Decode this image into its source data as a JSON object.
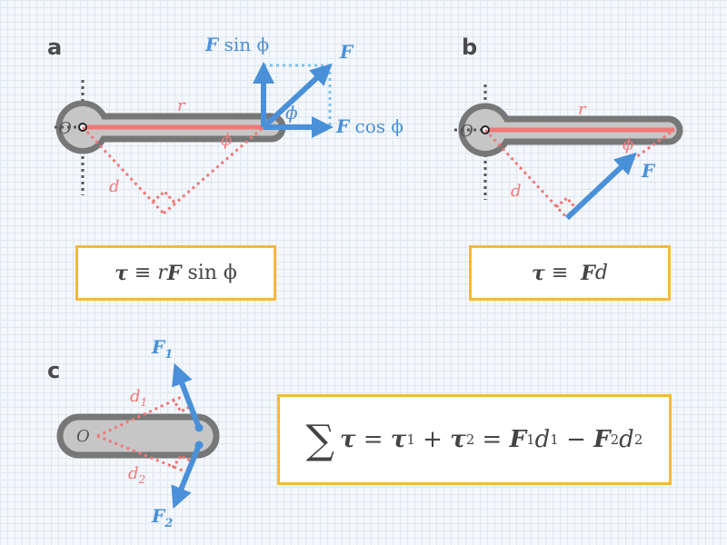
{
  "panels": {
    "a": {
      "label": "a",
      "origin": "O",
      "r": "r",
      "d": "d",
      "phi_lower": "ϕ",
      "phi_upper": "ϕ",
      "force": "F",
      "force_sin_sym": "F",
      "force_sin_text": " sin ϕ",
      "force_cos_sym": "F",
      "force_cos_text": " cos ϕ",
      "formula": {
        "tau": "τ",
        "equiv": " ≡ ",
        "r": "r",
        "F": "F",
        "rest": " sin ϕ"
      }
    },
    "b": {
      "label": "b",
      "origin": "O",
      "r": "r",
      "d": "d",
      "phi": "ϕ",
      "force": "F",
      "formula": {
        "tau": "τ",
        "equiv": " ≡  ",
        "F": "F",
        "d": "d"
      }
    },
    "c": {
      "label": "c",
      "origin": "O",
      "d1": "d",
      "d1_sub": "1",
      "d2": "d",
      "d2_sub": "2",
      "f1": "F",
      "f1_sub": "1",
      "f2": "F",
      "f2_sub": "2",
      "formula": {
        "sum": "∑",
        "tau": "τ",
        "eq1": " = ",
        "tau1": "τ",
        "tau1_sub": "1",
        "plus": " + ",
        "tau2": "τ",
        "tau2_sub": "2",
        "eq2": " = ",
        "F1": "F",
        "F1_sub": "1",
        "d1": "d",
        "d1_sub": "1",
        "minus": " − ",
        "F2": "F",
        "F2_sub": "2",
        "d2": "d",
        "d2_sub": "2"
      }
    }
  },
  "colors": {
    "force": "#4a90d9",
    "force_dotted": "#7cc3ea",
    "radius": "#f07878",
    "lever_fill": "#c6c6c6",
    "lever_stroke": "#777777",
    "box_border": "#f5b841",
    "axis": "#555555"
  }
}
